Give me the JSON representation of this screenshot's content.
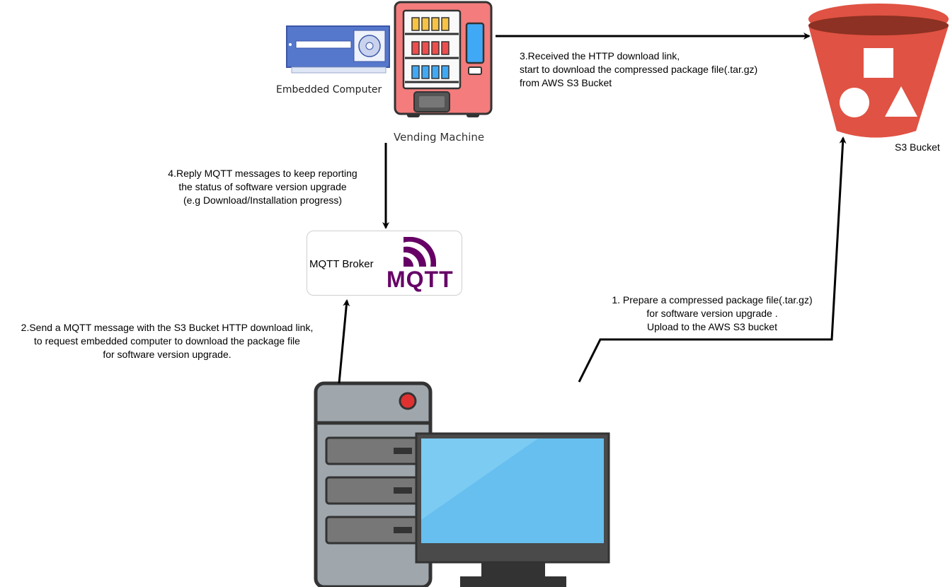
{
  "nodes": {
    "embedded_computer": {
      "label": "Embedded Computer"
    },
    "vending_machine": {
      "label": "Vending Machine"
    },
    "s3_bucket": {
      "label": "S3 Bucket"
    },
    "mqtt_broker": {
      "label": "MQTT Broker",
      "logo_text": "MQTT"
    }
  },
  "steps": {
    "step1": {
      "line1": "1. Prepare a compressed package file(.tar.gz)",
      "line2": "for software version upgrade .",
      "line3": "Upload to the AWS S3 bucket"
    },
    "step2": {
      "line1": "2.Send a MQTT message with the S3 Bucket HTTP download link,",
      "line2": "to request embedded computer to download the package file",
      "line3": "for software version upgrade."
    },
    "step3": {
      "line1": "3.Received the HTTP download link,",
      "line2": "start to download the compressed package file(.tar.gz)",
      "line3": "from AWS S3 Bucket"
    },
    "step4": {
      "line1": "4.Reply MQTT messages to keep reporting",
      "line2": "the status of software version upgrade",
      "line3": "(e.g Download/Installation progress)"
    }
  },
  "colors": {
    "bucket_red": "#E05243",
    "bucket_dark": "#8C3123",
    "mqtt_purple": "#660066",
    "monitor_blue": "#66BFEF",
    "vending_pink": "#F47C7C"
  }
}
